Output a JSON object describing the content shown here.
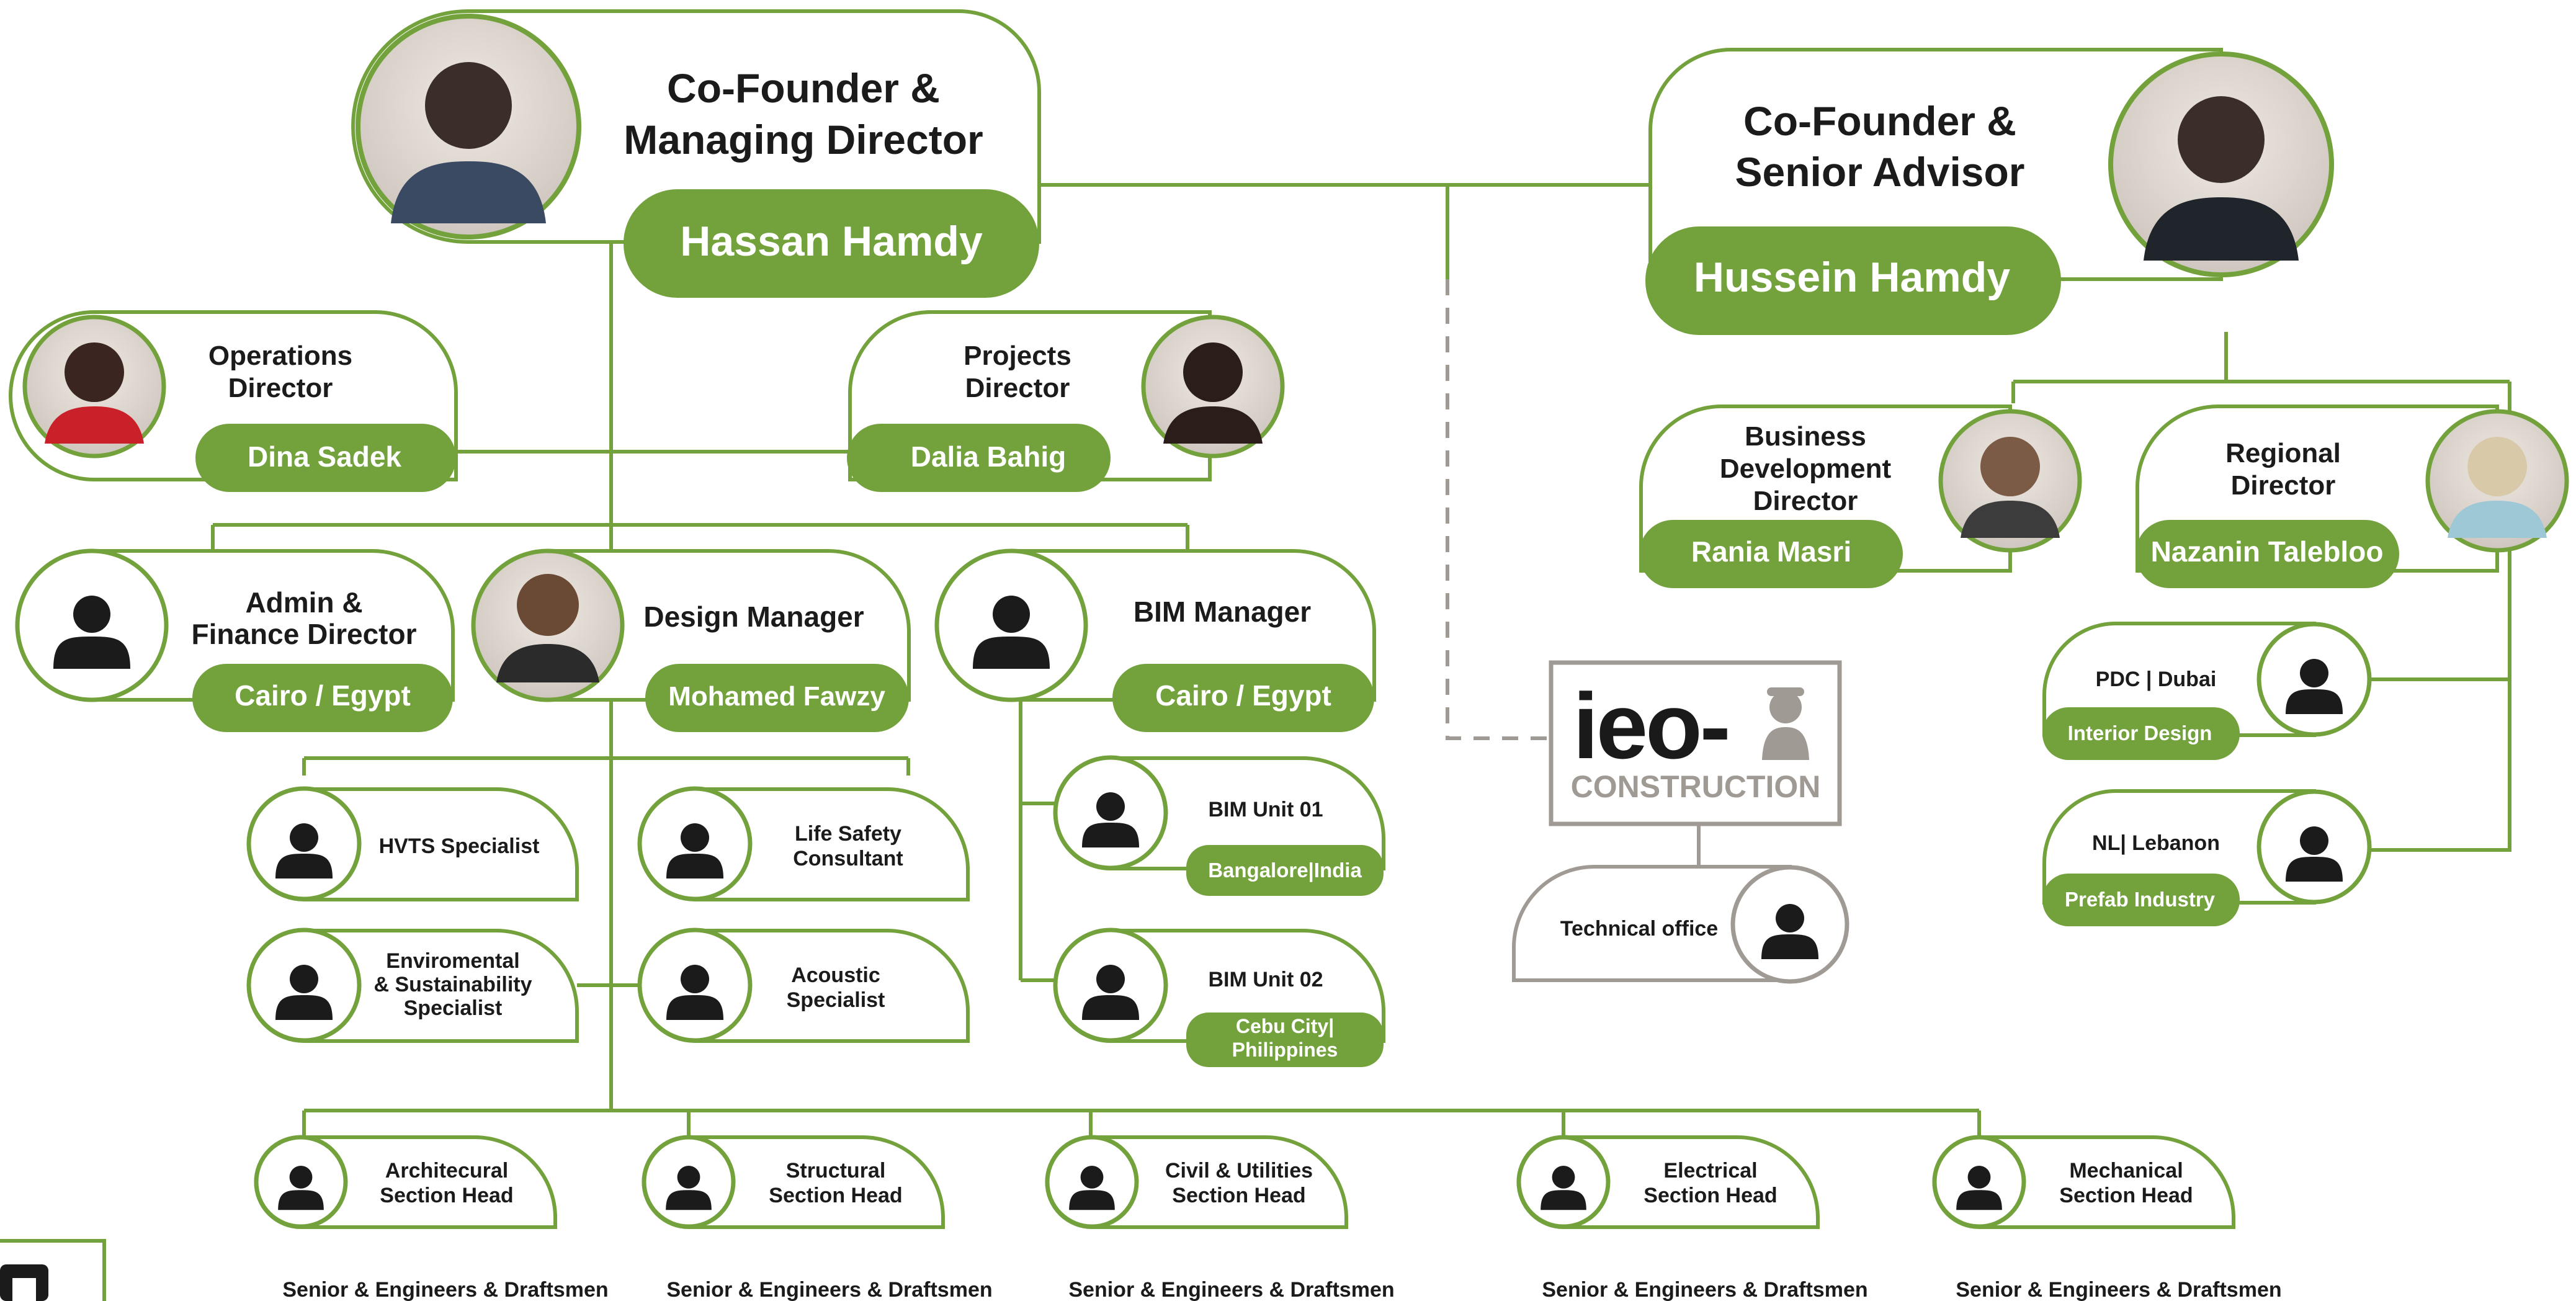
{
  "colors": {
    "green": "#73a23c",
    "green_text": "#ffffff",
    "dark": "#1b1b1b",
    "grey": "#a09a95",
    "logo_dark": "#1a1a1a",
    "photo_bg": "#d9d4cf"
  },
  "top_left": {
    "title_line1": "Co-Founder &",
    "title_line2": "Managing Director",
    "name": "Hassan Hamdy",
    "avatar": "photo"
  },
  "top_right": {
    "title_line1": "Co-Founder &",
    "title_line2": "Senior Advisor",
    "name": "Hussein Hamdy",
    "avatar": "photo"
  },
  "directors": {
    "operations": {
      "title_line1": "Operations",
      "title_line2": "Director",
      "name": "Dina Sadek",
      "avatar": "photo"
    },
    "projects": {
      "title_line1": "Projects",
      "title_line2": "Director",
      "name": "Dalia Bahig",
      "avatar": "photo"
    },
    "business": {
      "title_line1": "Business",
      "title_line2": "Development",
      "title_line3": "Director",
      "name": "Rania Masri",
      "avatar": "photo"
    },
    "regional": {
      "title_line1": "Regional",
      "title_line2": "Director",
      "name": "Nazanin Talebloo",
      "avatar": "photo"
    }
  },
  "managers": {
    "admin": {
      "title_line1": "Admin &",
      "title_line2": "Finance Director",
      "name": "Cairo / Egypt",
      "avatar": "person-icon"
    },
    "design": {
      "title_line1": "Design Manager",
      "name": "Mohamed Fawzy",
      "avatar": "photo"
    },
    "bim": {
      "title_line1": "BIM Manager",
      "name": "Cairo / Egypt",
      "avatar": "person-icon"
    }
  },
  "specialists": {
    "hvts": {
      "line1": "HVTS Specialist"
    },
    "life_safety": {
      "line1": "Life Safety",
      "line2": "Consultant"
    },
    "enviro": {
      "line1": "Enviromental",
      "line2": "& Sustainability",
      "line3": "Specialist"
    },
    "acoustic": {
      "line1": "Acoustic",
      "line2": "Specialist"
    }
  },
  "bim_units": {
    "unit1": {
      "title": "BIM Unit 01",
      "location": "Bangalore|India"
    },
    "unit2": {
      "title": "BIM Unit 02",
      "location_line1": "Cebu City|",
      "location_line2": "Philippines"
    }
  },
  "regional_units": {
    "dubai": {
      "title": "PDC | Dubai",
      "tag": "Interior Design"
    },
    "lebanon": {
      "title": "NL| Lebanon",
      "tag": "Prefab Industry"
    }
  },
  "logo": {
    "mark": "ieo-",
    "word": "CONSTRUCTION",
    "icon": "engineer-icon"
  },
  "technical_office": {
    "label": "Technical office"
  },
  "section_heads": [
    {
      "line1": "Architecural",
      "line2": "Section Head",
      "staff": "Senior & Engineers & Draftsmen"
    },
    {
      "line1": "Structural",
      "line2": "Section Head",
      "staff": "Senior & Engineers & Draftsmen"
    },
    {
      "line1": "Civil & Utilities",
      "line2": "Section Head",
      "staff": "Senior & Engineers & Draftsmen"
    },
    {
      "line1": "Electrical",
      "line2": "Section Head",
      "staff": "Senior & Engineers & Draftsmen"
    },
    {
      "line1": "Mechanical",
      "line2": "Section Head",
      "staff": "Senior & Engineers & Draftsmen"
    }
  ]
}
